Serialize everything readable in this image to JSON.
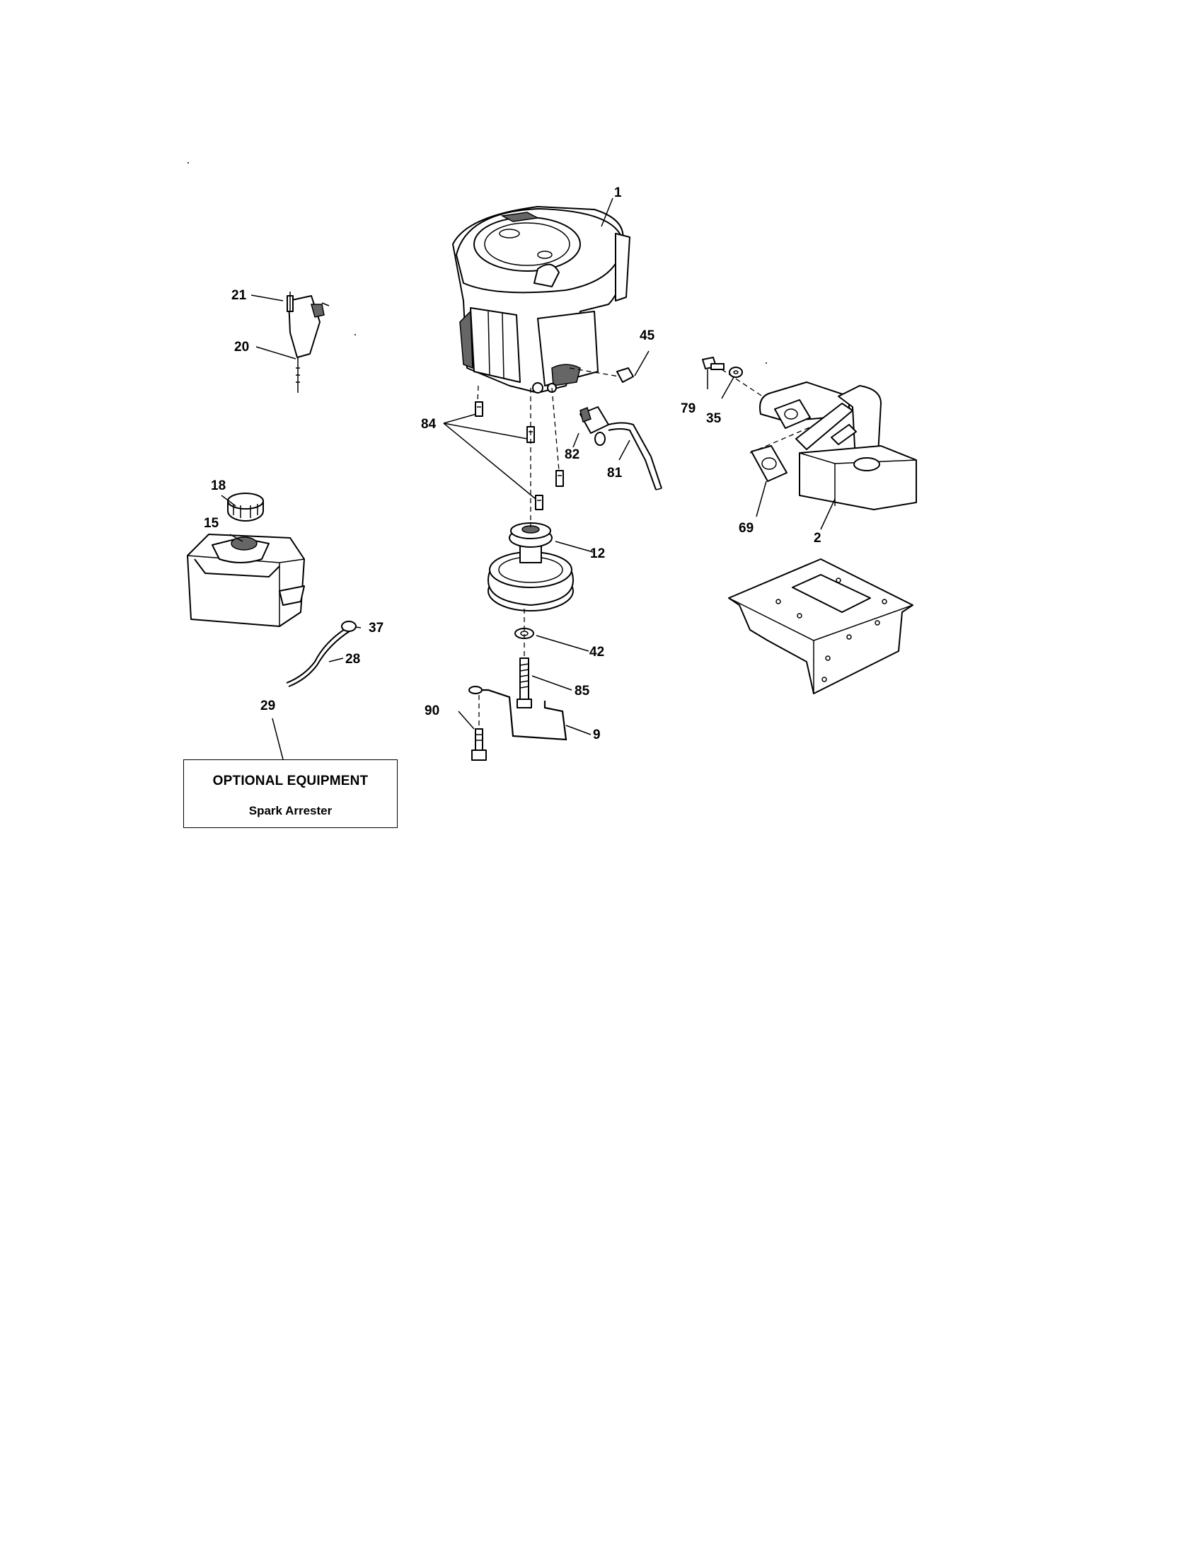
{
  "callouts": {
    "c1": "1",
    "c2": "2",
    "c9": "9",
    "c12": "12",
    "c15": "15",
    "c18": "18",
    "c20": "20",
    "c21": "21",
    "c28": "28",
    "c29": "29",
    "c35": "35",
    "c37": "37",
    "c42": "42",
    "c45": "45",
    "c69": "69",
    "c79": "79",
    "c81": "81",
    "c82": "82",
    "c84": "84",
    "c85": "85",
    "c90": "90"
  },
  "optional_box": {
    "title": "OPTIONAL EQUIPMENT",
    "item": "Spark Arrester"
  }
}
